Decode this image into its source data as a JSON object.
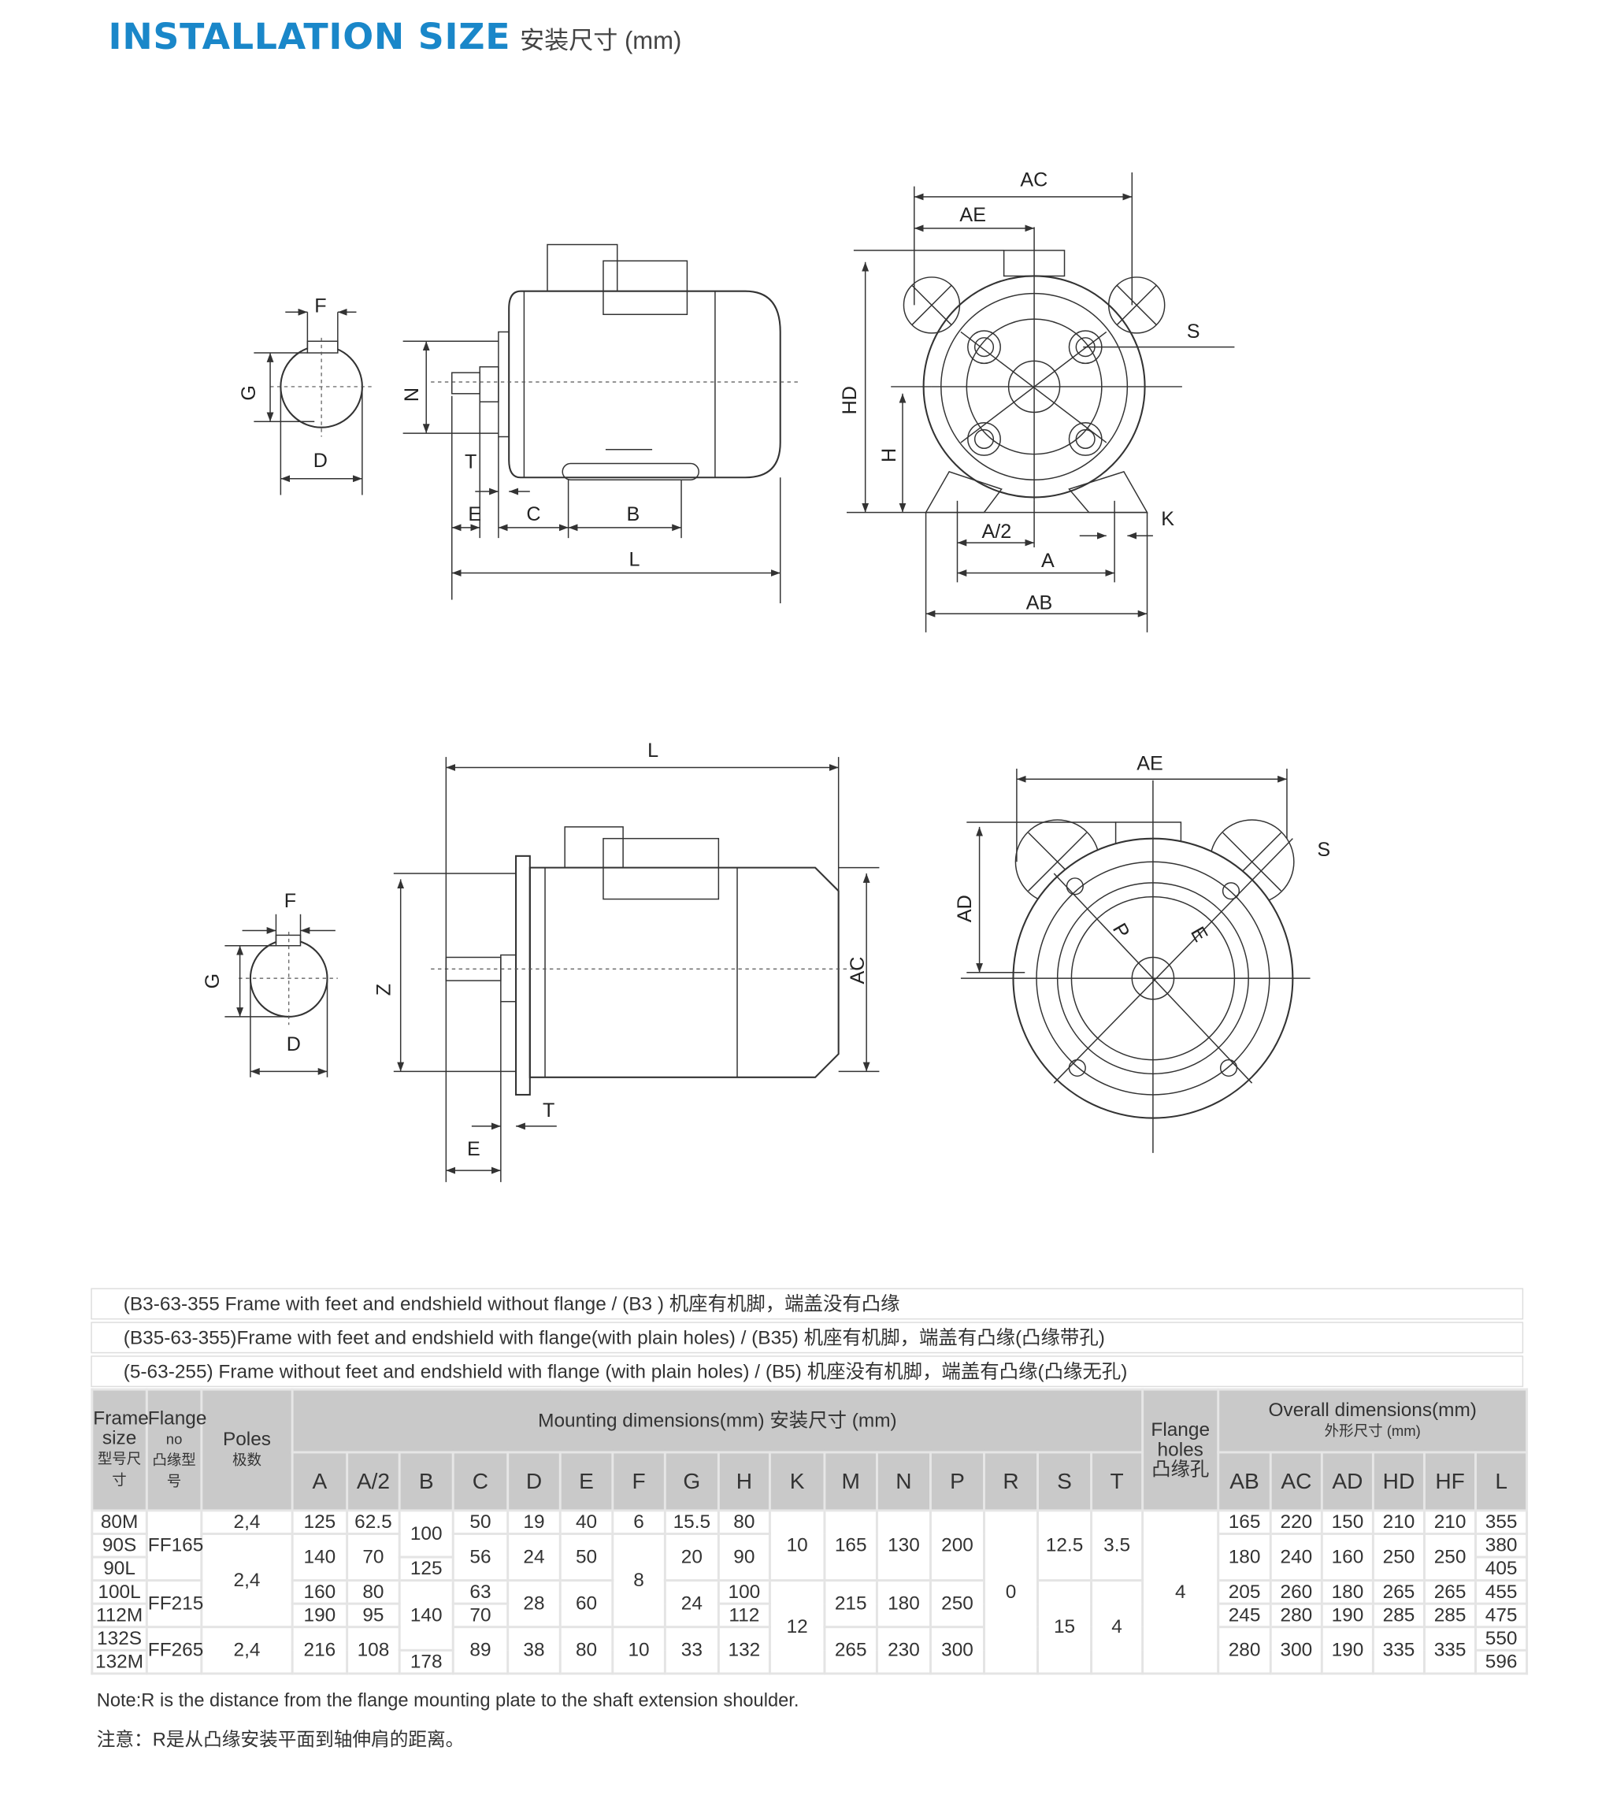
{
  "header": {
    "title_en": "INSTALLATION SIZE",
    "title_cn": "安装尺寸 (mm)"
  },
  "labels": {
    "tl_F": "F",
    "tl_G": "G",
    "tl_D": "D",
    "tm_N": "N",
    "tm_T": "T",
    "tm_E": "E",
    "tm_C": "C",
    "tm_B": "B",
    "tm_L": "L",
    "tr_AC": "AC",
    "tr_AE": "AE",
    "tr_HD": "HD",
    "tr_H": "H",
    "tr_S": "S",
    "tr_K": "K",
    "tr_A2": "A/2",
    "tr_A": "A",
    "tr_AB": "AB",
    "bl_F": "F",
    "bl_G": "G",
    "bl_D": "D",
    "bm_L": "L",
    "bm_Z": "Z",
    "bm_AC": "AC",
    "bm_T": "T",
    "bm_E": "E",
    "br_AE": "AE",
    "br_AD": "AD",
    "br_S": "S",
    "br_P": "P",
    "br_E": "E"
  },
  "descriptions": [
    "(B3-63-355 Frame with feet and endshield without flange / (B3 ) 机座有机脚，端盖没有凸缘",
    "(B35-63-355)Frame with feet and endshield with flange(with plain holes) / (B35) 机座有机脚，端盖有凸缘(凸缘带孔)",
    "(5-63-255) Frame without feet and endshield with flange (with plain holes) / (B5) 机座没有机脚，端盖有凸缘(凸缘无孔)"
  ],
  "table": {
    "frame_size": [
      "Frame",
      "size",
      "型号尺寸"
    ],
    "flange_no": [
      "Flange",
      "no",
      "凸缘型号"
    ],
    "poles": [
      "Poles",
      "极数"
    ],
    "mounting": "Mounting dimensions(mm) 安装尺寸 (mm)",
    "flange_holes": [
      "Flange",
      "holes",
      "凸缘孔"
    ],
    "overall": [
      "Overall dimensions(mm)",
      "外形尺寸 (mm)"
    ],
    "mount_cols": [
      "A",
      "A/2",
      "B",
      "C",
      "D",
      "E",
      "F",
      "G",
      "H",
      "K",
      "M",
      "N",
      "P",
      "R",
      "S",
      "T"
    ],
    "overall_cols": [
      "AB",
      "AC",
      "AD",
      "HD",
      "HF",
      "L"
    ],
    "columns": {
      "frame": [
        [
          "80M",
          1
        ],
        [
          "90S",
          1
        ],
        [
          "90L",
          1
        ],
        [
          "100L",
          1
        ],
        [
          "112M",
          1
        ],
        [
          "132S",
          1
        ],
        [
          "132M",
          1
        ]
      ],
      "flange": [
        [
          "FF165",
          3
        ],
        [
          "FF215",
          2
        ],
        [
          "FF265",
          2
        ]
      ],
      "poles": [
        [
          "2,4",
          1
        ],
        [
          "2,4",
          4
        ],
        [
          "2,4",
          2
        ]
      ],
      "A": [
        [
          "125",
          1
        ],
        [
          "140",
          2
        ],
        [
          "160",
          1
        ],
        [
          "190",
          1
        ],
        [
          "216",
          2
        ]
      ],
      "A/2": [
        [
          "62.5",
          1
        ],
        [
          "70",
          2
        ],
        [
          "80",
          1
        ],
        [
          "95",
          1
        ],
        [
          "108",
          2
        ]
      ],
      "B": [
        [
          "100",
          2
        ],
        [
          "125",
          1
        ],
        [
          "140",
          3
        ],
        [
          "178",
          1
        ]
      ],
      "C": [
        [
          "50",
          1
        ],
        [
          "56",
          2
        ],
        [
          "63",
          1
        ],
        [
          "70",
          1
        ],
        [
          "89",
          2
        ]
      ],
      "D": [
        [
          "19",
          1
        ],
        [
          "24",
          2
        ],
        [
          "28",
          2
        ],
        [
          "38",
          2
        ]
      ],
      "E": [
        [
          "40",
          1
        ],
        [
          "50",
          2
        ],
        [
          "60",
          2
        ],
        [
          "80",
          2
        ]
      ],
      "F": [
        [
          "6",
          1
        ],
        [
          "8",
          4
        ],
        [
          "10",
          2
        ]
      ],
      "G": [
        [
          "15.5",
          1
        ],
        [
          "20",
          2
        ],
        [
          "24",
          2
        ],
        [
          "33",
          2
        ]
      ],
      "H": [
        [
          "80",
          1
        ],
        [
          "90",
          2
        ],
        [
          "100",
          1
        ],
        [
          "112",
          1
        ],
        [
          "132",
          2
        ]
      ],
      "K": [
        [
          "10",
          3
        ],
        [
          "12",
          4
        ]
      ],
      "M": [
        [
          "165",
          3
        ],
        [
          "215",
          2
        ],
        [
          "265",
          2
        ]
      ],
      "N": [
        [
          "130",
          3
        ],
        [
          "180",
          2
        ],
        [
          "230",
          2
        ]
      ],
      "P": [
        [
          "200",
          3
        ],
        [
          "250",
          2
        ],
        [
          "300",
          2
        ]
      ],
      "R": [
        [
          "0",
          7
        ]
      ],
      "S": [
        [
          "12.5",
          3
        ],
        [
          "15",
          4
        ]
      ],
      "T": [
        [
          "3.5",
          3
        ],
        [
          "4",
          4
        ]
      ],
      "holes": [
        [
          "4",
          7
        ]
      ],
      "AB": [
        [
          "165",
          1
        ],
        [
          "180",
          2
        ],
        [
          "205",
          1
        ],
        [
          "245",
          1
        ],
        [
          "280",
          2
        ]
      ],
      "AC": [
        [
          "220",
          1
        ],
        [
          "240",
          2
        ],
        [
          "260",
          1
        ],
        [
          "280",
          1
        ],
        [
          "300",
          2
        ]
      ],
      "AD": [
        [
          "150",
          1
        ],
        [
          "160",
          2
        ],
        [
          "180",
          1
        ],
        [
          "190",
          1
        ],
        [
          "190",
          2
        ]
      ],
      "HD": [
        [
          "210",
          1
        ],
        [
          "250",
          2
        ],
        [
          "265",
          1
        ],
        [
          "285",
          1
        ],
        [
          "335",
          2
        ]
      ],
      "HF": [
        [
          "210",
          1
        ],
        [
          "250",
          2
        ],
        [
          "265",
          1
        ],
        [
          "285",
          1
        ],
        [
          "335",
          2
        ]
      ],
      "L": [
        [
          "355",
          1
        ],
        [
          "380",
          1
        ],
        [
          "405",
          1
        ],
        [
          "455",
          1
        ],
        [
          "475",
          1
        ],
        [
          "550",
          1
        ],
        [
          "596",
          1
        ]
      ]
    }
  },
  "notes": [
    "Note:R is the distance from the flange mounting plate to the shaft extension shoulder.",
    "注意：R是从凸缘安装平面到轴伸肩的距离。"
  ]
}
